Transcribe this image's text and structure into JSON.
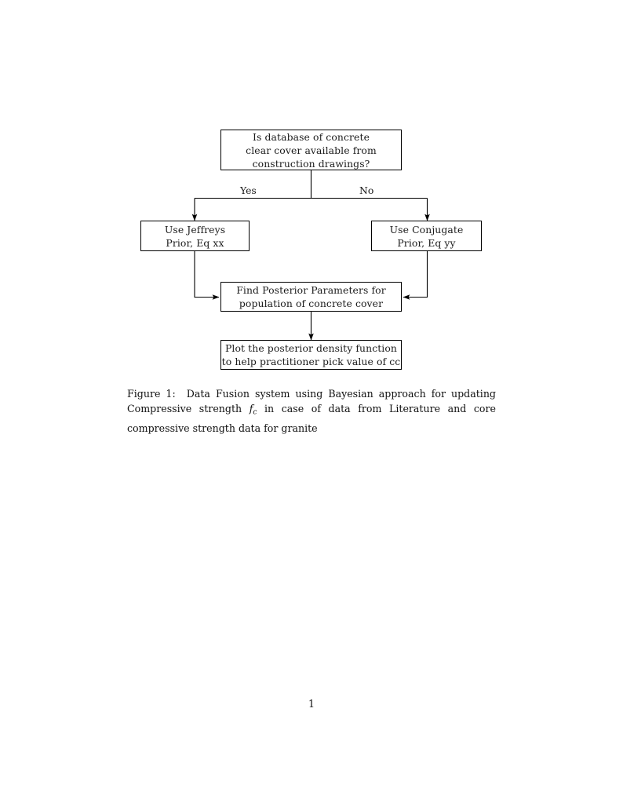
{
  "document": {
    "page_number": "1"
  },
  "figure": {
    "nodes": [
      {
        "id": "question",
        "lines": [
          "Is database of concrete",
          "clear cover available from",
          "construction drawings?"
        ]
      },
      {
        "id": "jeffreys",
        "lines": [
          "Use Jeffreys",
          "Prior, Eq xx"
        ]
      },
      {
        "id": "conjugate",
        "lines": [
          "Use Conjugate",
          "Prior, Eq yy"
        ]
      },
      {
        "id": "posterior",
        "lines": [
          "Find Posterior Parameters for",
          "population of concrete cover"
        ]
      },
      {
        "id": "plot",
        "lines": [
          "Plot the posterior density function",
          "to help practitioner pick value of cc"
        ]
      }
    ],
    "branch_labels": {
      "yes": "Yes",
      "no": "No"
    },
    "line_color": "#000000"
  },
  "caption": {
    "label": "Figure 1:",
    "text_before_math": "Data Fusion system using Bayesian approach for updating Compressive strength",
    "math_variable": "f",
    "math_subscript": "c",
    "text_after_math": "in case of data from Literature and core compressive strength data for granite",
    "full_text": "Figure 1: Data Fusion system using Bayesian approach for updating Compressive strength f_c in case of data from Literature and core compressive strength data for granite"
  }
}
